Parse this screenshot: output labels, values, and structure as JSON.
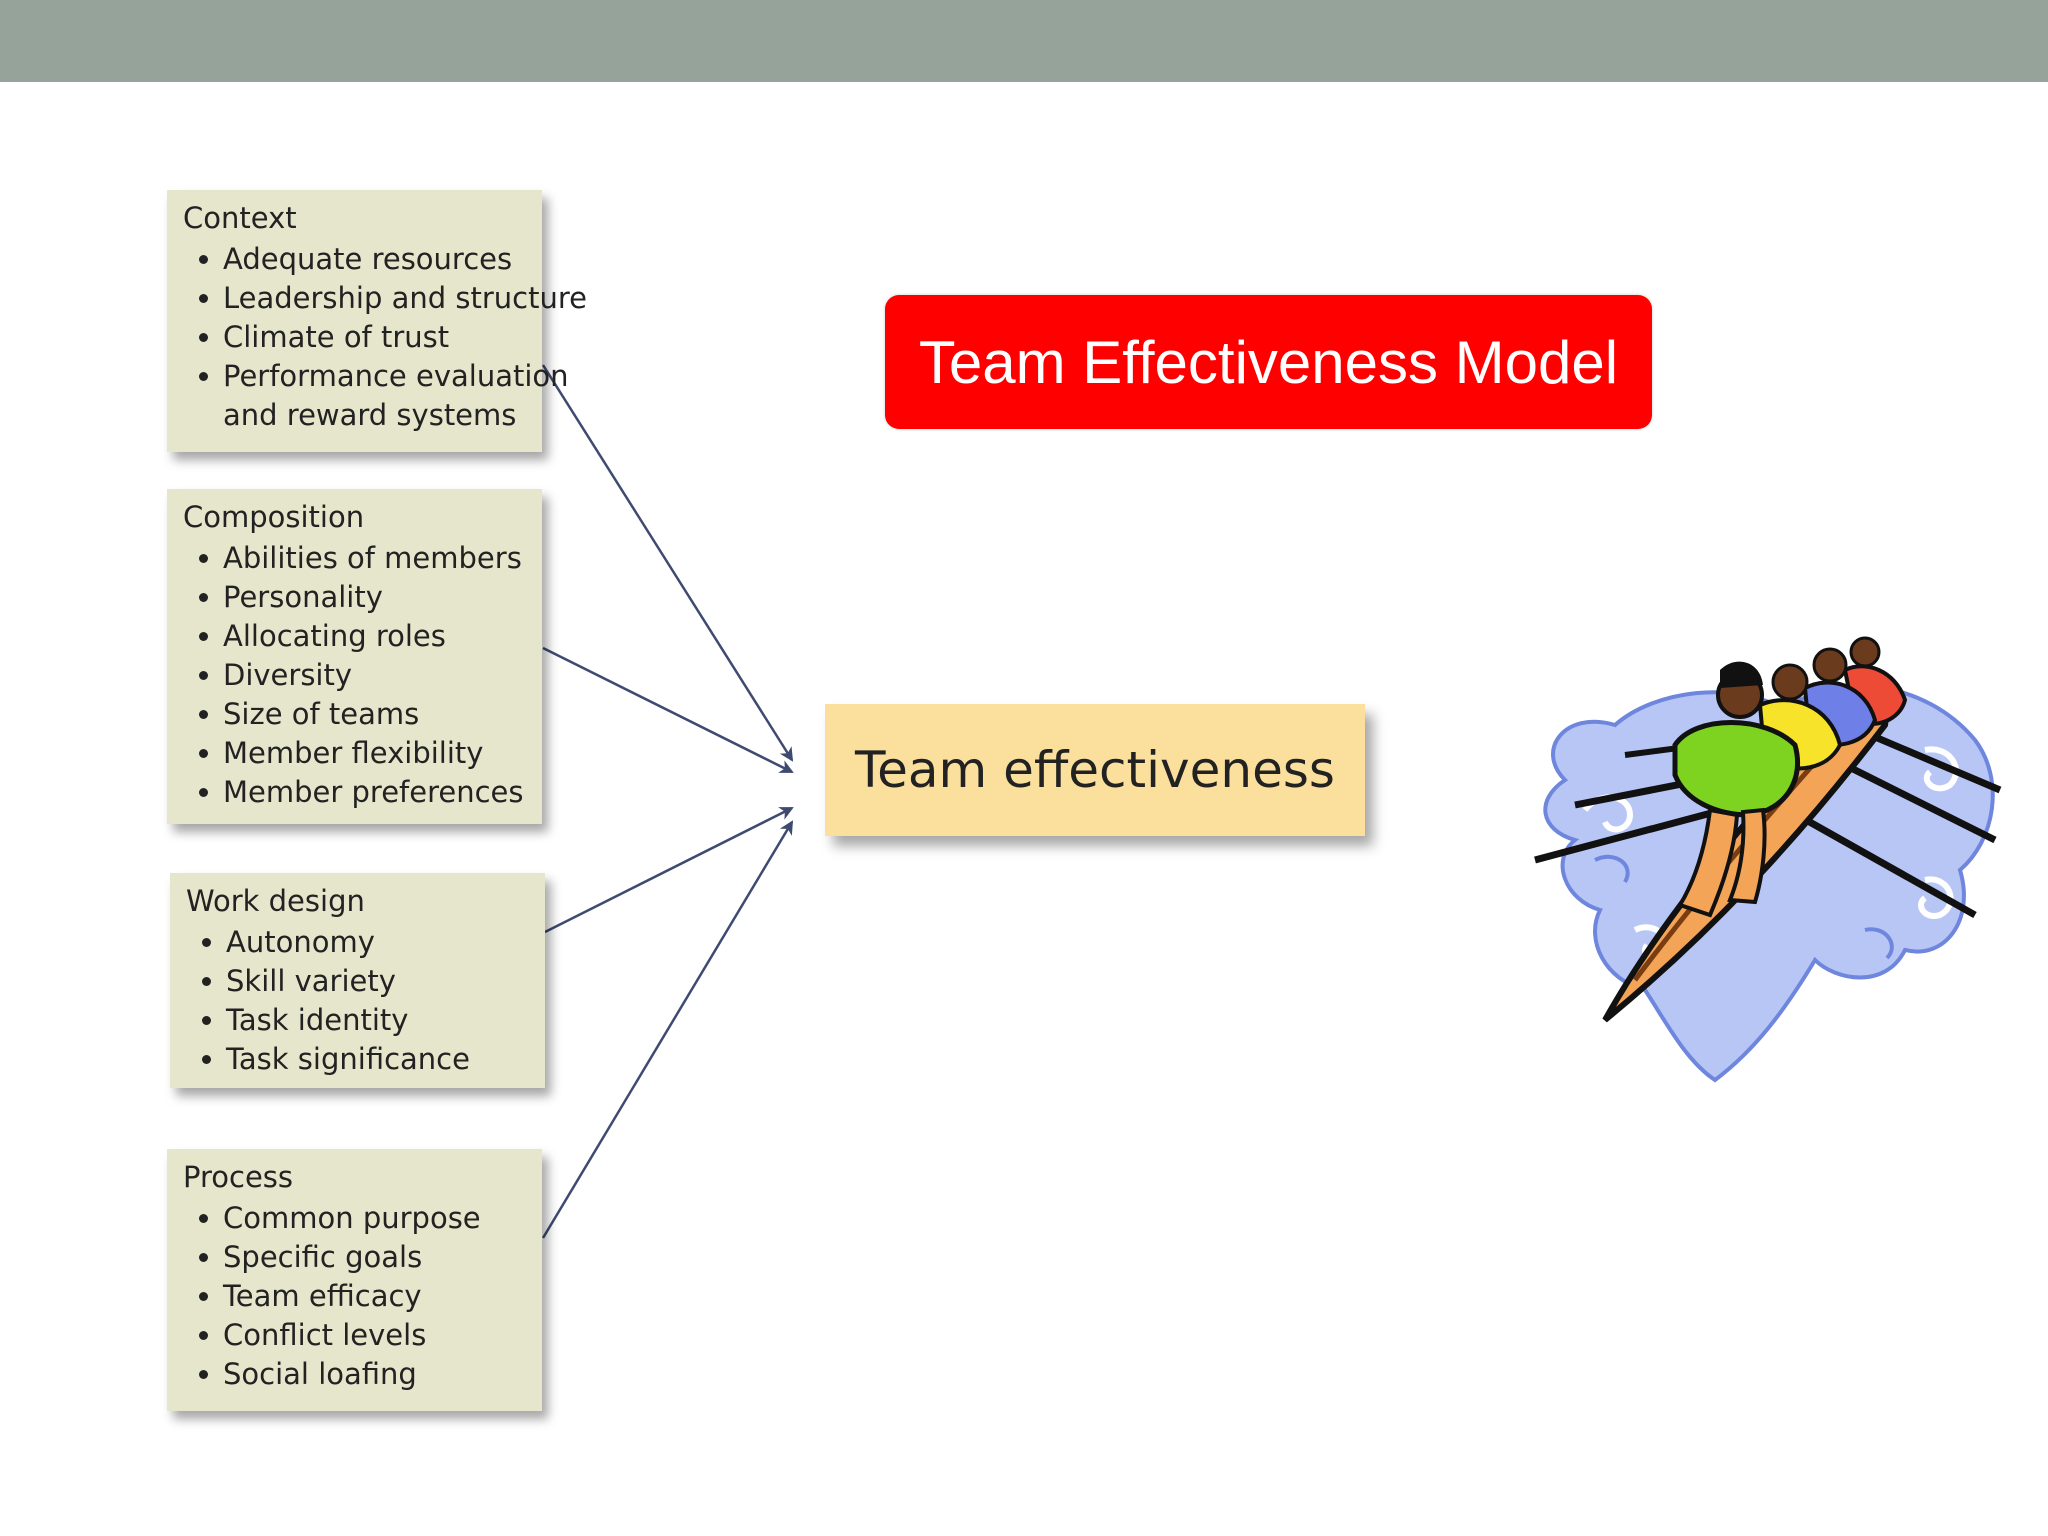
{
  "colors": {
    "top_band": "#95a39a",
    "title_background": "#ff0000",
    "factor_box_fill": "#e6e6cc",
    "outcome_box_fill": "#fbdf9d",
    "arrow": "#3f4a70"
  },
  "title": {
    "text": "Team Effectiveness Model"
  },
  "factors": [
    {
      "title": "Context",
      "items": [
        "Adequate resources",
        "Leadership and structure",
        "Climate of trust",
        "Performance evaluation",
        "and reward systems"
      ]
    },
    {
      "title": "Composition",
      "items": [
        "Abilities of members",
        "Personality",
        "Allocating roles",
        "Diversity",
        "Size of teams",
        "Member flexibility",
        "Member preferences"
      ]
    },
    {
      "title": "Work design",
      "items": [
        "Autonomy",
        "Skill variety",
        "Task identity",
        "Task significance"
      ]
    },
    {
      "title": "Process",
      "items": [
        "Common purpose",
        "Specific goals",
        "Team efficacy",
        "Conflict levels",
        "Social loafing"
      ]
    }
  ],
  "outcome": {
    "label": "Team effectiveness"
  },
  "illustration": {
    "icon": "rowing-team-icon"
  }
}
